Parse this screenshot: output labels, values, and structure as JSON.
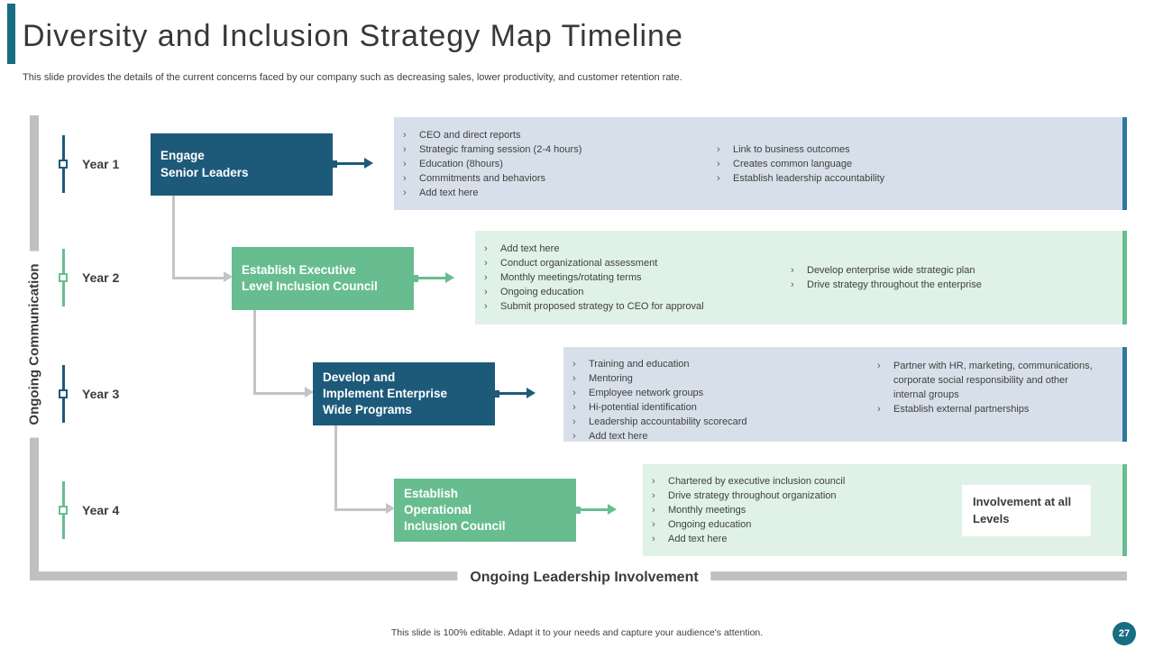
{
  "slide": {
    "title": "Diversity and Inclusion Strategy Map Timeline",
    "subtitle": "This slide provides the details of the current concerns faced by our company such as decreasing sales, lower productivity, and customer retention rate.",
    "footer": "This slide is 100% editable. Adapt it to your needs and capture your audience's attention.",
    "page_number": "27"
  },
  "axes": {
    "vertical": "Ongoing Communication",
    "horizontal": "Ongoing Leadership Involvement"
  },
  "ui": {
    "bullet_glyph": "›"
  },
  "colors": {
    "dark_blue": "#1d5a7a",
    "green": "#68bd90",
    "panel_blue": "#d7e0ea",
    "panel_green": "#e0f1e8",
    "panel_blue_accent": "#31789e",
    "connector_gray": "#c4c4c4",
    "axis_gray": "#c0c0c0",
    "badge_teal": "#176d82"
  },
  "rows": [
    {
      "year": "Year 1",
      "box_lines": [
        "Engage",
        "Senior Leaders"
      ],
      "bullets_col1": [
        "CEO and direct reports",
        "Strategic framing session (2-4 hours)",
        "Education (8hours)",
        "Commitments and behaviors",
        "Add text here"
      ],
      "bullets_col2": [
        "Link to business outcomes",
        "Creates common language",
        "Establish leadership accountability"
      ]
    },
    {
      "year": "Year 2",
      "box_lines": [
        "Establish Executive",
        "Level Inclusion Council"
      ],
      "bullets_col1": [
        "Add text here",
        "Conduct organizational assessment",
        "Monthly meetings/rotating terms",
        "Ongoing education",
        "Submit proposed strategy to CEO for approval"
      ],
      "bullets_col2": [
        "Develop enterprise wide strategic plan",
        "Drive strategy throughout the enterprise"
      ]
    },
    {
      "year": "Year 3",
      "box_lines": [
        "Develop and",
        "Implement Enterprise",
        "Wide Programs"
      ],
      "bullets_col1": [
        "Training and education",
        "Mentoring",
        "Employee network groups",
        "Hi-potential identification",
        "Leadership accountability scorecard",
        "Add text here"
      ],
      "bullets_col2": [
        "Partner with HR, marketing, communications, corporate social responsibility and other internal groups",
        "Establish external partnerships"
      ]
    },
    {
      "year": "Year 4",
      "box_lines": [
        "Establish",
        "Operational",
        "Inclusion Council"
      ],
      "bullets_col1": [
        "Chartered by executive inclusion council",
        "Drive strategy throughout organization",
        "Monthly meetings",
        "Ongoing education",
        "Add text here"
      ],
      "bullets_col2": [],
      "callout": "Involvement at all Levels"
    }
  ]
}
